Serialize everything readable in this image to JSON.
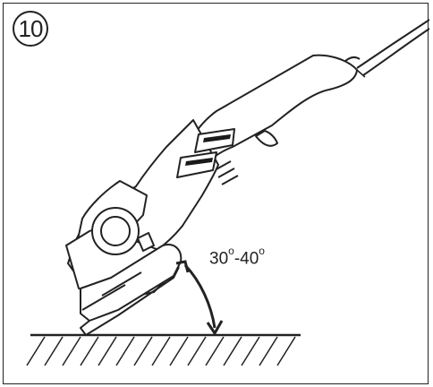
{
  "figure": {
    "step_number": "10",
    "angle": {
      "from": "30",
      "to": "40",
      "degree_symbol": "o",
      "separator": "-"
    }
  },
  "colors": {
    "ink": "#222222",
    "background": "#ffffff",
    "window": "#1a1a1a"
  },
  "icons": [
    "angle-grinder-icon",
    "angle-arrow-icon",
    "work-surface-hatch-icon"
  ]
}
